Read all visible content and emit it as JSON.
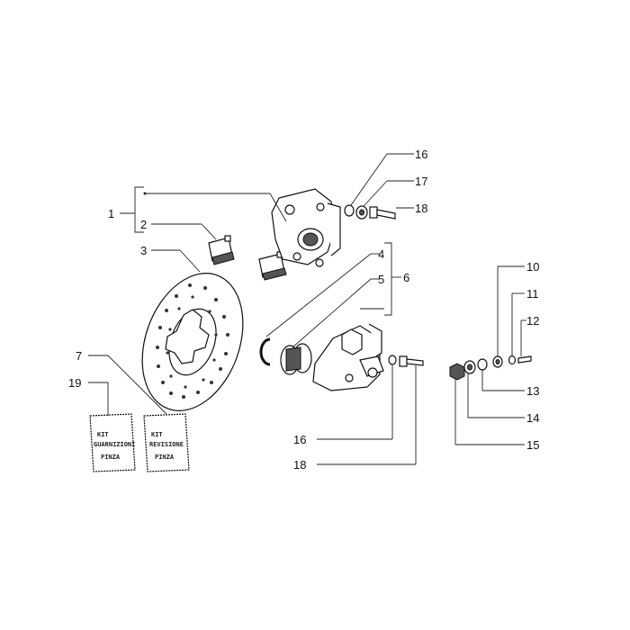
{
  "callouts": {
    "1": "1",
    "2": "2",
    "3": "3",
    "4": "4",
    "5": "5",
    "6": "6",
    "7": "7",
    "10": "10",
    "11": "11",
    "12": "12",
    "13": "13",
    "14": "14",
    "15": "15",
    "16a": "16",
    "16b": "16",
    "17": "17",
    "18a": "18",
    "18b": "18",
    "19": "19"
  },
  "kits": {
    "guarnizioni": [
      "KIT",
      "GUARNIZIONI",
      "PINZA"
    ],
    "revisione": [
      "KIT",
      "REVISIONE",
      "PINZA"
    ]
  }
}
